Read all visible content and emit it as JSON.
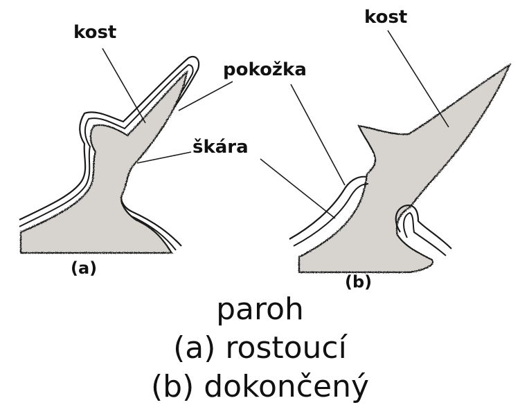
{
  "labels": {
    "bone_a": "kost",
    "epidermis": "pokožka",
    "dermis": "škára",
    "bone_b": "kost",
    "panel_a": "(a)",
    "panel_b": "(b)"
  },
  "caption": {
    "line1": "paroh",
    "line2": "(a) rostoucí",
    "line3": "(b) dokončený"
  },
  "colors": {
    "bone_fill": "#d7d4d0",
    "outline": "#1a1a1a",
    "background": "#ffffff"
  }
}
